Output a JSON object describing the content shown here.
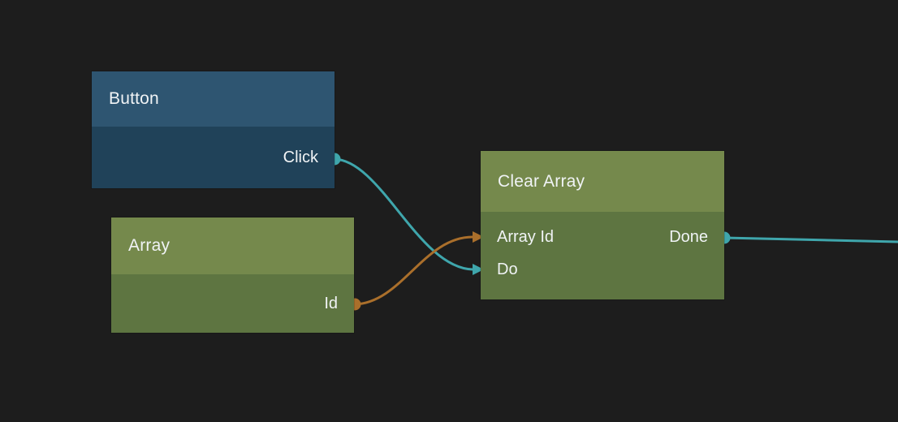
{
  "app": {
    "type": "visual-scripting-node-editor",
    "background_color": "#1d1d1d",
    "text_color": "#f0f3f5"
  },
  "colors": {
    "exec_wire_teal": "#3fa6ac",
    "data_wire_orange": "#aa6f2b",
    "blue_node_header": "#2e5571",
    "blue_node_body": "#204259",
    "green_node_header": "#75894c",
    "green_node_body": "#5e7541"
  },
  "nodes": [
    {
      "title": "Button",
      "kind": "event",
      "outputs": [
        {
          "label": "Click",
          "port_color": "#3fa6ac"
        }
      ]
    },
    {
      "title": "Array",
      "kind": "variable",
      "outputs": [
        {
          "label": "Id",
          "port_color": "#aa6f2b"
        }
      ]
    },
    {
      "title": "Clear Array",
      "kind": "action",
      "inputs": [
        {
          "label": "Array Id",
          "port_color": "#aa6f2b"
        },
        {
          "label": "Do",
          "port_color": "#3fa6ac"
        }
      ],
      "outputs": [
        {
          "label": "Done",
          "port_color": "#3fa6ac"
        }
      ]
    }
  ],
  "connections": [
    {
      "from": "Button.Click",
      "to": "Clear Array.Do",
      "color": "#3fa6ac"
    },
    {
      "from": "Array.Id",
      "to": "Clear Array.Array Id",
      "color": "#aa6f2b"
    },
    {
      "from": "Clear Array.Done",
      "to": "offscreen-right",
      "color": "#3fa6ac"
    }
  ]
}
